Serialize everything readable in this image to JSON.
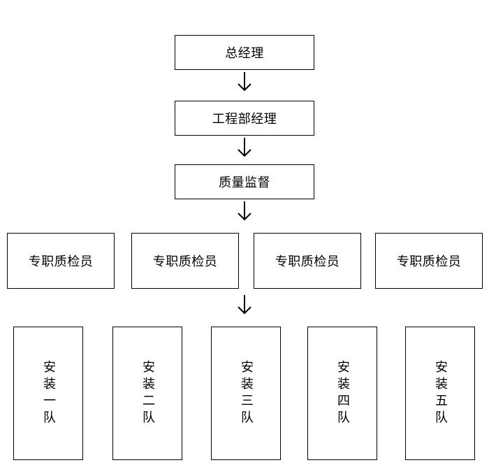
{
  "diagram": {
    "general_manager": "总经理",
    "engineering_manager": "工程部经理",
    "quality_supervision": "质量监督",
    "inspectors": [
      "专职质检员",
      "专职质检员",
      "专职质检员",
      "专职质检员"
    ],
    "teams": [
      "安装一队",
      "安装二队",
      "安装三队",
      "安装四队",
      "安装五队"
    ]
  }
}
